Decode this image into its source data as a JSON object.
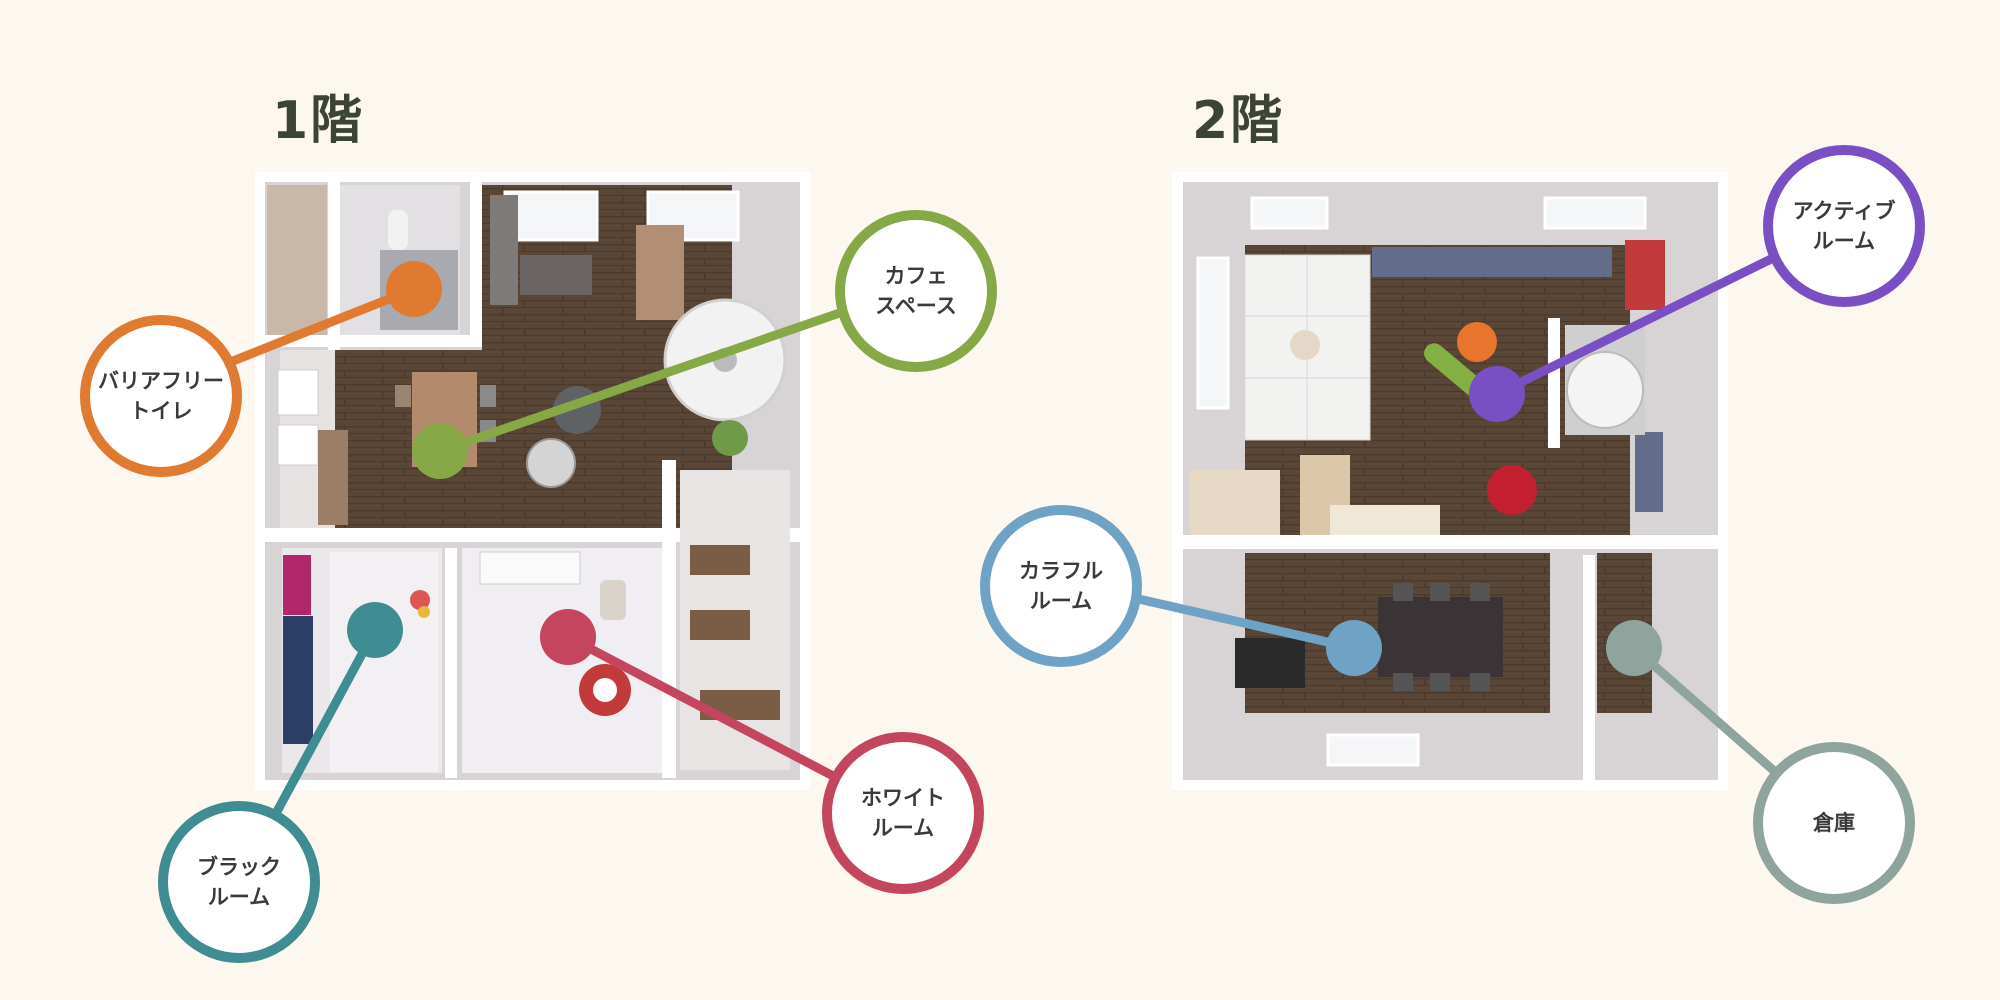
{
  "floors": [
    {
      "title": "1階"
    },
    {
      "title": "2階"
    }
  ],
  "callouts": [
    {
      "label": "バリアフリー\nトイレ",
      "color": "#e07a30"
    },
    {
      "label": "カフェ\nスペース",
      "color": "#86a847"
    },
    {
      "label": "ブラック\nルーム",
      "color": "#3f8d93"
    },
    {
      "label": "ホワイト\nルーム",
      "color": "#c4465e"
    },
    {
      "label": "アクティブ\nルーム",
      "color": "#7b4fc4"
    },
    {
      "label": "カラフル\nルーム",
      "color": "#6ea3c6"
    },
    {
      "label": "倉庫",
      "color": "#8fa49c"
    }
  ]
}
